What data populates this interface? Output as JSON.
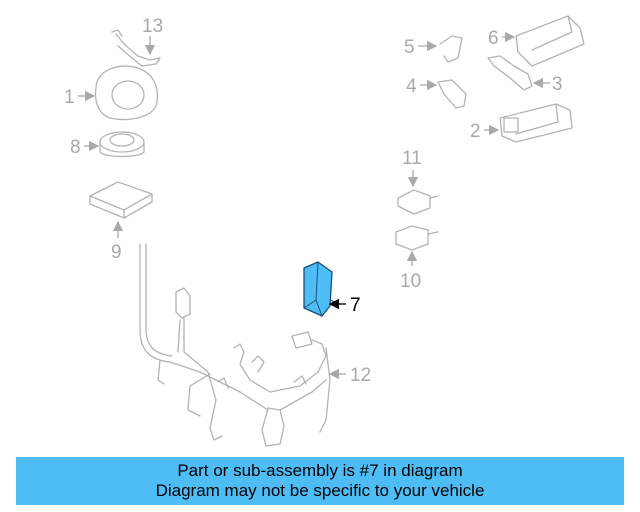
{
  "diagram": {
    "highlight_part": "7",
    "highlight_color": "#4fbdf5",
    "callouts": [
      "1",
      "2",
      "3",
      "4",
      "5",
      "6",
      "7",
      "8",
      "9",
      "10",
      "11",
      "12",
      "13"
    ]
  },
  "banner": {
    "line1": "Part or sub-assembly is #7 in diagram",
    "line2": "Diagram may not be specific to your vehicle",
    "background": "#4fbdf5"
  }
}
